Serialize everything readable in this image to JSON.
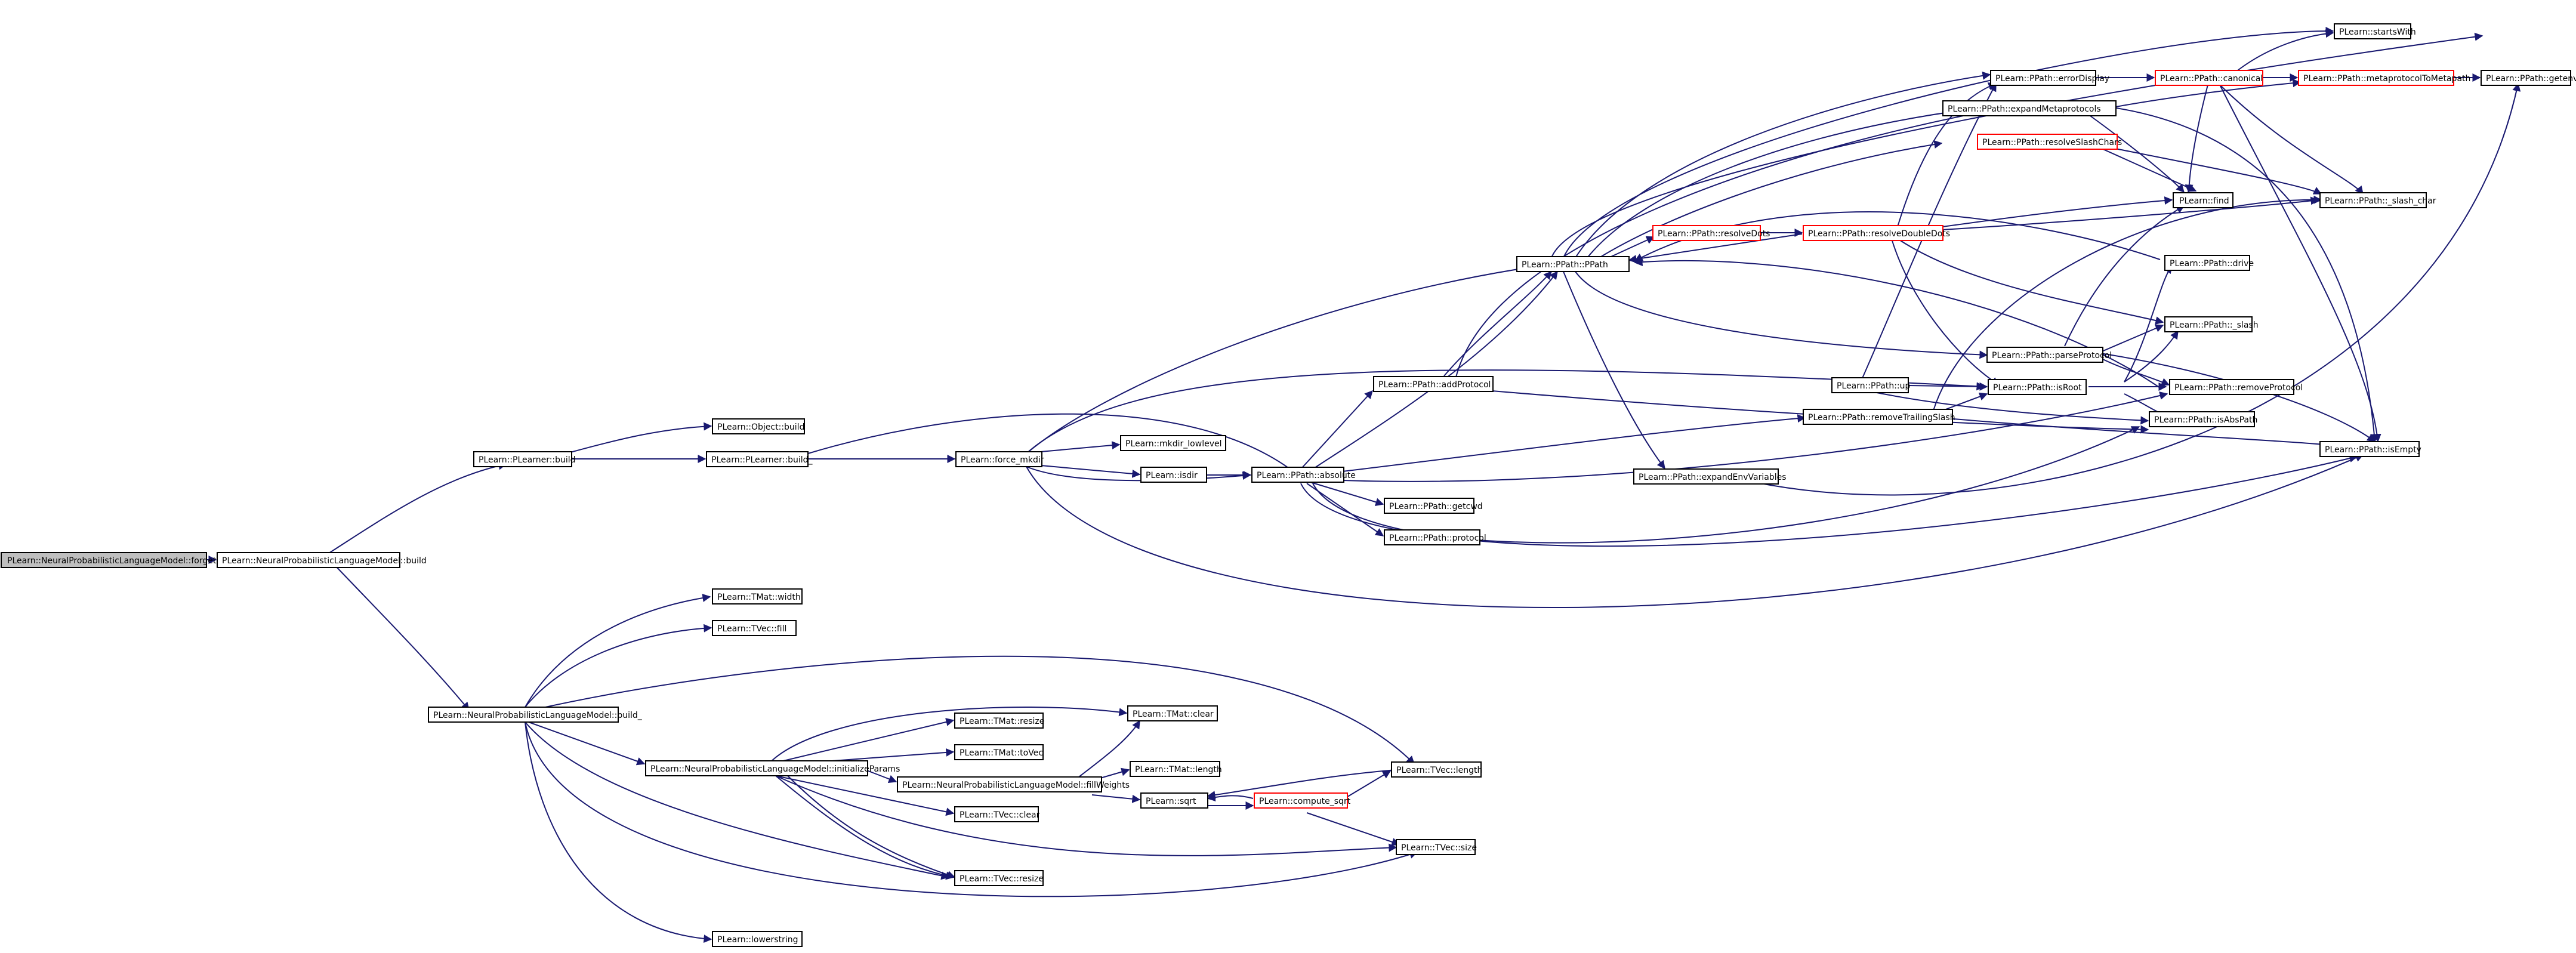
{
  "colors": {
    "edge": "#191970",
    "root_fill": "#bfbfbf",
    "red_border": "#ff0000",
    "border": "#000000"
  },
  "nodes": {
    "root": "PLearn::NeuralProbabilisticLanguageModel::forget",
    "nplm_build": "PLearn::NeuralProbabilisticLanguageModel::build",
    "plearner_build": "PLearn::PLearner::build",
    "object_build": "PLearn::Object::build",
    "plearner_build_": "PLearn::PLearner::build_",
    "force_mkdir": "PLearn::force_mkdir",
    "mkdir_lowlevel": "PLearn::mkdir_lowlevel",
    "isdir": "PLearn::isdir",
    "absolute": "PLearn::PPath::absolute",
    "getcwd": "PLearn::PPath::getcwd",
    "protocol": "PLearn::PPath::protocol",
    "addProtocol": "PLearn::PPath::addProtocol",
    "ppath": "PLearn::PPath::PPath",
    "resolveDots": "PLearn::PPath::resolveDots",
    "resolveDoubleDots": "PLearn::PPath::resolveDoubleDots",
    "resolveSlashChars": "PLearn::PPath::resolveSlashChars",
    "expandEnvVariables": "PLearn::PPath::expandEnvVariables",
    "up": "PLearn::PPath::up",
    "removeTrailingSlash": "PLearn::PPath::removeTrailingSlash",
    "errorDisplay": "PLearn::PPath::errorDisplay",
    "expandMetaprotocols": "PLearn::PPath::expandMetaprotocols",
    "canonical": "PLearn::PPath::canonical",
    "metaprotocolToMetapath": "PLearn::PPath::metaprotocolToMetapath",
    "getenv": "PLearn::PPath::getenv",
    "startsWith": "PLearn::startsWith",
    "find": "PLearn::find",
    "slash_char": "PLearn::PPath::_slash_char",
    "drive": "PLearn::PPath::drive",
    "slash": "PLearn::PPath::_slash",
    "parseProtocol": "PLearn::PPath::parseProtocol",
    "isRoot": "PLearn::PPath::isRoot",
    "removeProtocol": "PLearn::PPath::removeProtocol",
    "isAbsPath": "PLearn::PPath::isAbsPath",
    "isEmpty": "PLearn::PPath::isEmpty",
    "tmat_width": "PLearn::TMat::width",
    "tvec_fill": "PLearn::TVec::fill",
    "nplm_build_": "PLearn::NeuralProbabilisticLanguageModel::build_",
    "tmat_resize": "PLearn::TMat::resize",
    "tmat_clear": "PLearn::TMat::clear",
    "tmat_toVec": "PLearn::TMat::toVec",
    "initializeParams": "PLearn::NeuralProbabilisticLanguageModel::initializeParams",
    "tmat_length": "PLearn::TMat::length",
    "fillWeights": "PLearn::NeuralProbabilisticLanguageModel::fillWeights",
    "tvec_length": "PLearn::TVec::length",
    "sqrt": "PLearn::sqrt",
    "compute_sqrt": "PLearn::compute_sqrt",
    "tvec_clear": "PLearn::TVec::clear",
    "tvec_size": "PLearn::TVec::size",
    "tvec_resize": "PLearn::TVec::resize",
    "lowerstring": "PLearn::lowerstring"
  }
}
